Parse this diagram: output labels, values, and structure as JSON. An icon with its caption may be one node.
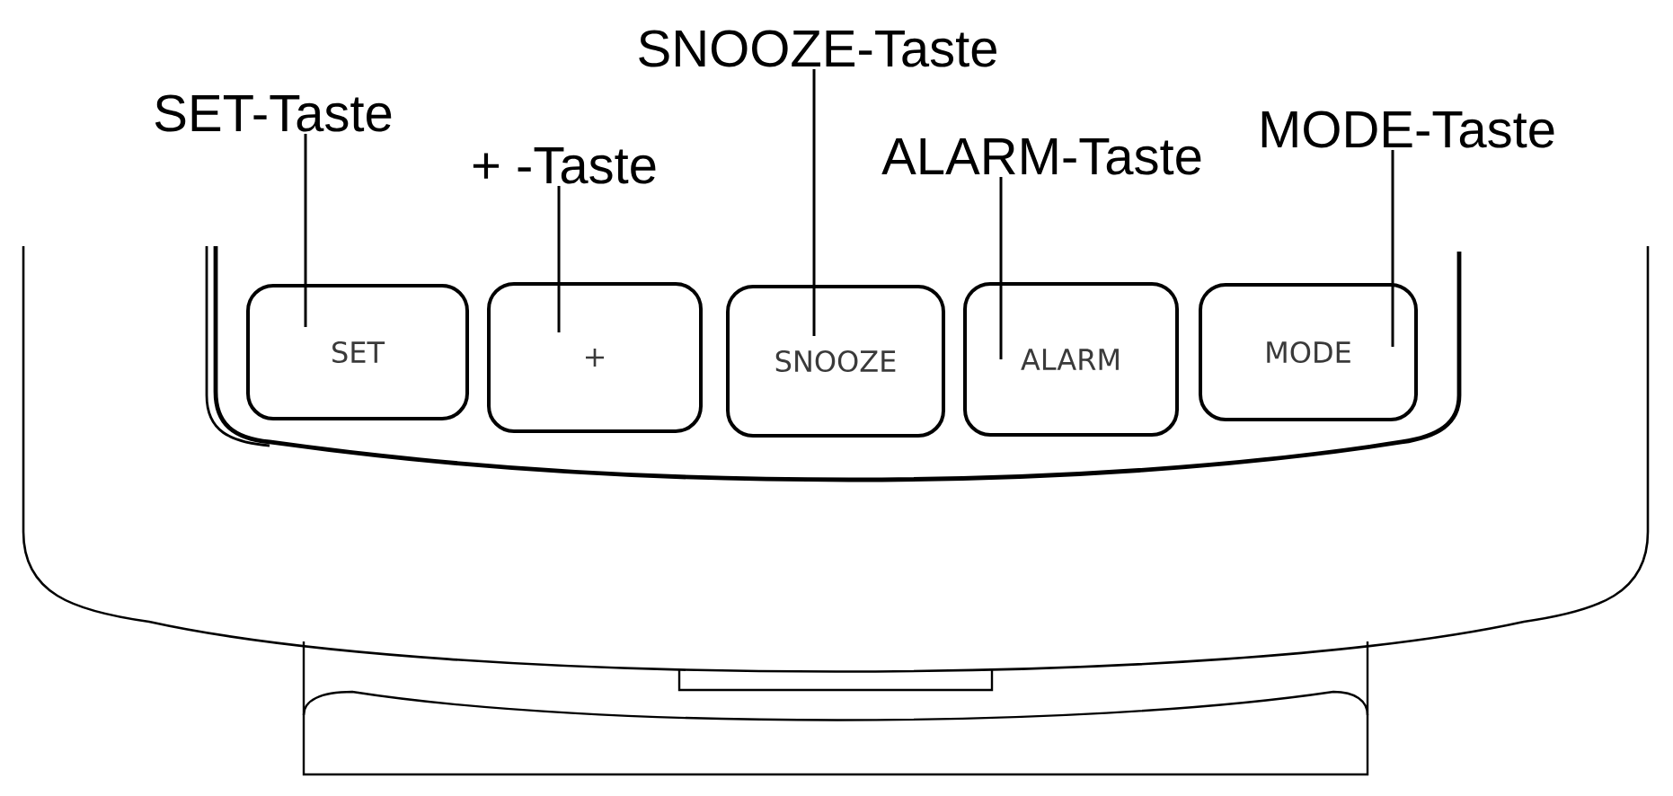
{
  "diagram": {
    "nodes": [
      {
        "text": [
          "SET-Taste"
        ]
      },
      {
        "text": [
          "+ -Taste"
        ]
      },
      {
        "text": [
          "SNOOZE-Taste"
        ]
      },
      {
        "text": [
          "ALARM-Taste"
        ]
      },
      {
        "text": [
          "MODE-Taste"
        ]
      },
      {
        "text": [
          "SET"
        ]
      },
      {
        "text": [
          "+"
        ]
      },
      {
        "text": [
          "SNOOZE"
        ]
      },
      {
        "text": [
          "ALARM"
        ]
      },
      {
        "text": [
          "MODE"
        ]
      }
    ],
    "edges": [
      {
        "from": 0,
        "to": 5,
        "arrow": "none"
      },
      {
        "from": 1,
        "to": 6,
        "arrow": "none"
      },
      {
        "from": 2,
        "to": 7,
        "arrow": "none"
      },
      {
        "from": 3,
        "to": 8,
        "arrow": "none"
      },
      {
        "from": 4,
        "to": 9,
        "arrow": "none"
      }
    ]
  }
}
